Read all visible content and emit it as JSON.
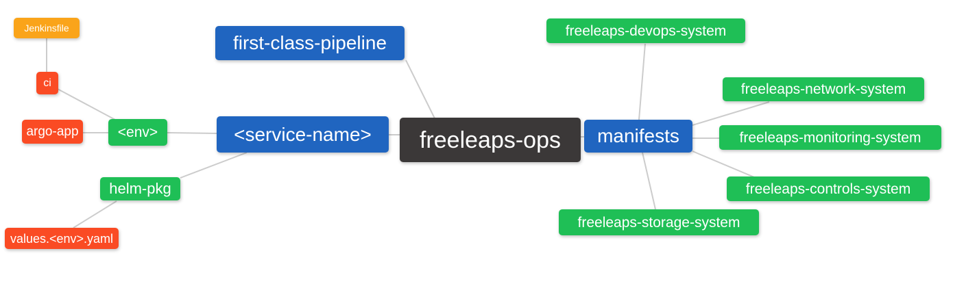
{
  "diagram": {
    "type": "mindmap",
    "root_label": "freeleaps-ops"
  },
  "palette": {
    "root": "#3b3838",
    "branch": "#2065c0",
    "green": "#1fbf56",
    "red": "#fa4b24",
    "orange": "#faa41a",
    "edge": "#cccccc",
    "background": "#ffffff",
    "node_text": "#ffffff"
  },
  "nodes": {
    "root": {
      "label": "freeleaps-ops"
    },
    "first_class_pipeline": {
      "label": "first-class-pipeline"
    },
    "service_name": {
      "label": "<service-name>"
    },
    "manifests": {
      "label": "manifests"
    },
    "env": {
      "label": "<env>"
    },
    "helm_pkg": {
      "label": "helm-pkg"
    },
    "ci": {
      "label": "ci"
    },
    "jenkinsfile": {
      "label": "Jenkinsfile"
    },
    "argo_app": {
      "label": "argo-app"
    },
    "values_env_yaml": {
      "label": "values.<env>.yaml"
    },
    "devops_system": {
      "label": "freeleaps-devops-system"
    },
    "network_system": {
      "label": "freeleaps-network-system"
    },
    "monitoring_system": {
      "label": "freeleaps-monitoring-system"
    },
    "controls_system": {
      "label": "freeleaps-controls-system"
    },
    "storage_system": {
      "label": "freeleaps-storage-system"
    }
  }
}
